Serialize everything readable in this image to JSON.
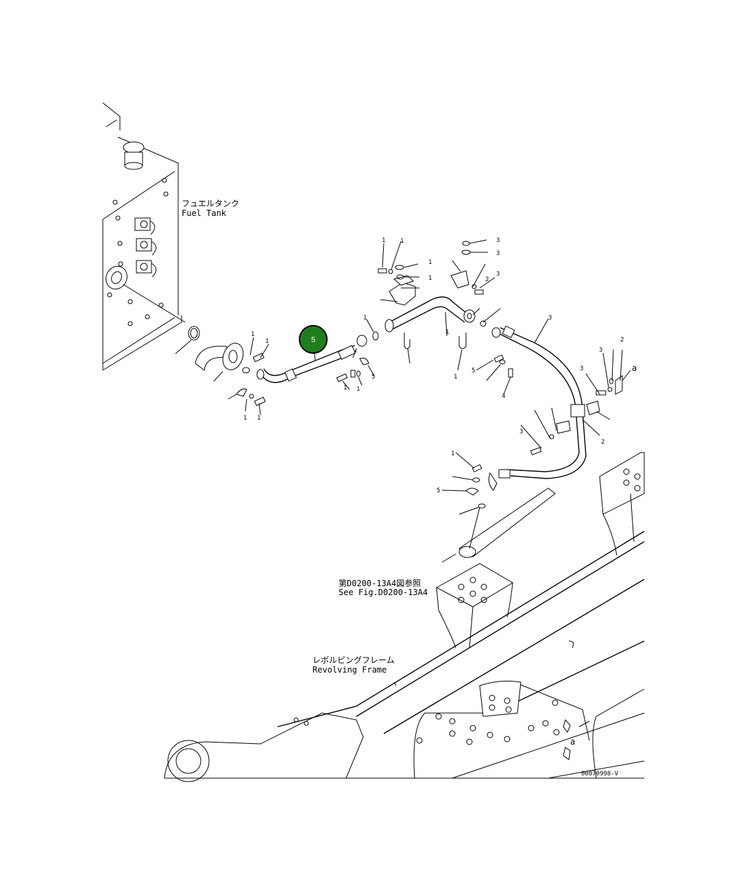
{
  "labels": {
    "fuel_tank_jp": "フュエルタンク",
    "fuel_tank_en": "Fuel Tank",
    "see_fig_jp": "第D0200-13A4図参照",
    "see_fig_en": "See Fig.D0200-13A4",
    "revolving_frame_jp": "レボルビングフレーム",
    "revolving_frame_en": "Revolving Frame",
    "ref_a_top": "a",
    "ref_a_bottom": "a",
    "drawing_code": "00070998-V"
  },
  "marker": {
    "value": "5",
    "color": "#1e7e1e"
  },
  "callouts": [
    "1",
    "1",
    "1",
    "1",
    "1",
    "1",
    "1",
    "1",
    "1",
    "1",
    "1",
    "1",
    "1",
    "1",
    "2",
    "2",
    "2",
    "3",
    "3",
    "3",
    "3",
    "3",
    "3",
    "3",
    "4",
    "5",
    "5",
    "5"
  ]
}
